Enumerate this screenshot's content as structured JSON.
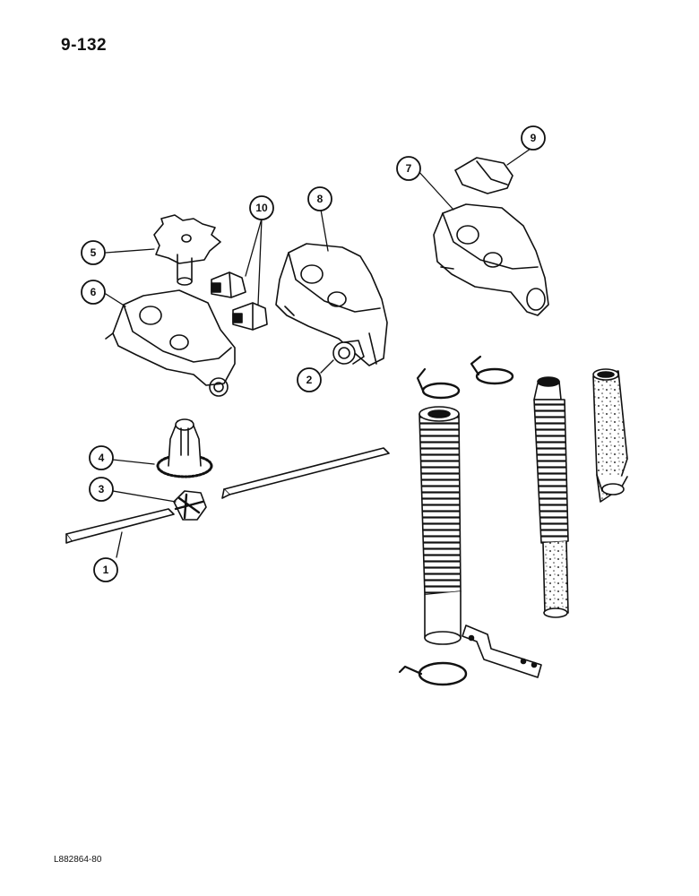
{
  "page_number": "9-132",
  "ref_code": "L882864-80",
  "callouts": [
    "1",
    "2",
    "3",
    "4",
    "5",
    "6",
    "7",
    "8",
    "9",
    "10"
  ]
}
